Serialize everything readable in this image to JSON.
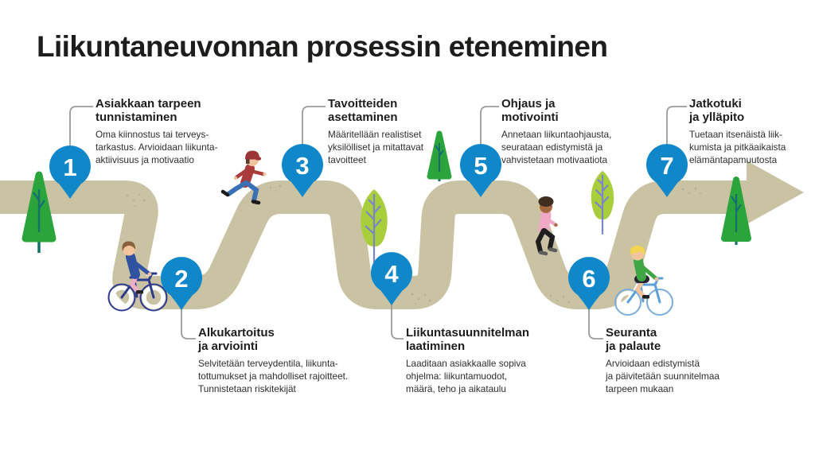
{
  "title": "Liikuntaneuvonnan prosessin eteneminen",
  "colors": {
    "road": "#c9c2a3",
    "road_speckle": "#b7af92",
    "pin_blue": "#0f87c8",
    "pine_green": "#2ca43c",
    "pine_trunk": "#15706d",
    "leaf_green": "#a8ce3b",
    "leaf_vein": "#7b86c6",
    "connector_gray": "#9b9b9b",
    "heading_text": "#1d1d1b",
    "body_text": "#2d2d2b"
  },
  "steps": [
    {
      "number": "1",
      "heading": "Asiakkaan tarpeen\ntunnistaminen",
      "body": "Oma kiinnostus tai terveys-\ntarkastus. Arvioidaan liikunta-\naktiivisuus ja motivaatio"
    },
    {
      "number": "2",
      "heading": "Alkukartoitus\nja arviointi",
      "body": "Selvitetään terveydentila, liikunta-\ntottumukset ja mahdolliset rajoitteet.\nTunnistetaan riskitekijät"
    },
    {
      "number": "3",
      "heading": "Tavoitteiden\nasettaminen",
      "body": "Määritellään realistiset\nyksilölliset ja mitattavat\ntavoitteet"
    },
    {
      "number": "4",
      "heading": "Liikuntasuunnitelman\nlaatiminen",
      "body": "Laaditaan asiakkaalle sopiva\nohjelma: liikuntamuodot,\nmäärä, teho ja aikataulu"
    },
    {
      "number": "5",
      "heading": "Ohjaus ja\nmotivointi",
      "body": "Annetaan liikuntaohjausta,\nseurataan edistymistä ja\nvahvistetaan motivaatiota"
    },
    {
      "number": "6",
      "heading": "Seuranta\nja palaute",
      "body": "Arvioidaan edistymistä\nja päivitetään suunnitelmaa\ntarpeen mukaan"
    },
    {
      "number": "7",
      "heading": "Jatkotuki\nja ylläpito",
      "body": "Tuetaan itsenäistä liik-\nkumista ja pitkäaikaista\nelämäntapamuutosta"
    }
  ],
  "decor": {
    "arrow": "process-arrow",
    "trees": [
      "pine-tree-icon",
      "leaf-tree-icon",
      "pine-tree-icon",
      "leaf-tree-icon",
      "pine-tree-icon"
    ],
    "figures": [
      "cyclist-figure",
      "runner-figure",
      "walker-figure",
      "cyclist-figure"
    ]
  }
}
